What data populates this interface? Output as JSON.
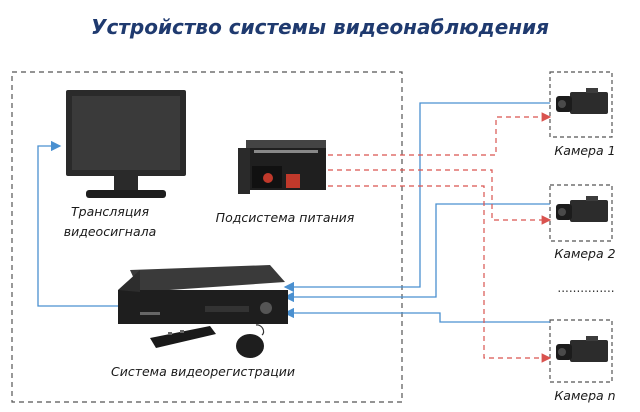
{
  "title": "Устройство системы видеонаблюдения",
  "labels": {
    "monitor_line1": "Трансляция",
    "monitor_line2": "видеосигнала",
    "power": "Подсистема питания",
    "recorder": "Система видеорегистрации",
    "camera1": "Камера 1",
    "camera2": "Камера 2",
    "cameran": "Камера n",
    "ellipsis": "..............."
  },
  "colors": {
    "title": "#1f3a6f",
    "video_line": "#4a90d0",
    "power_line": "#d9534f",
    "frame": "#555555"
  },
  "icons": {
    "monitor": "monitor-icon",
    "power": "power-supply-icon",
    "recorder": "dvr-icon",
    "remote": "remote-control-icon",
    "mouse": "mouse-icon",
    "camera": "camera-icon"
  }
}
